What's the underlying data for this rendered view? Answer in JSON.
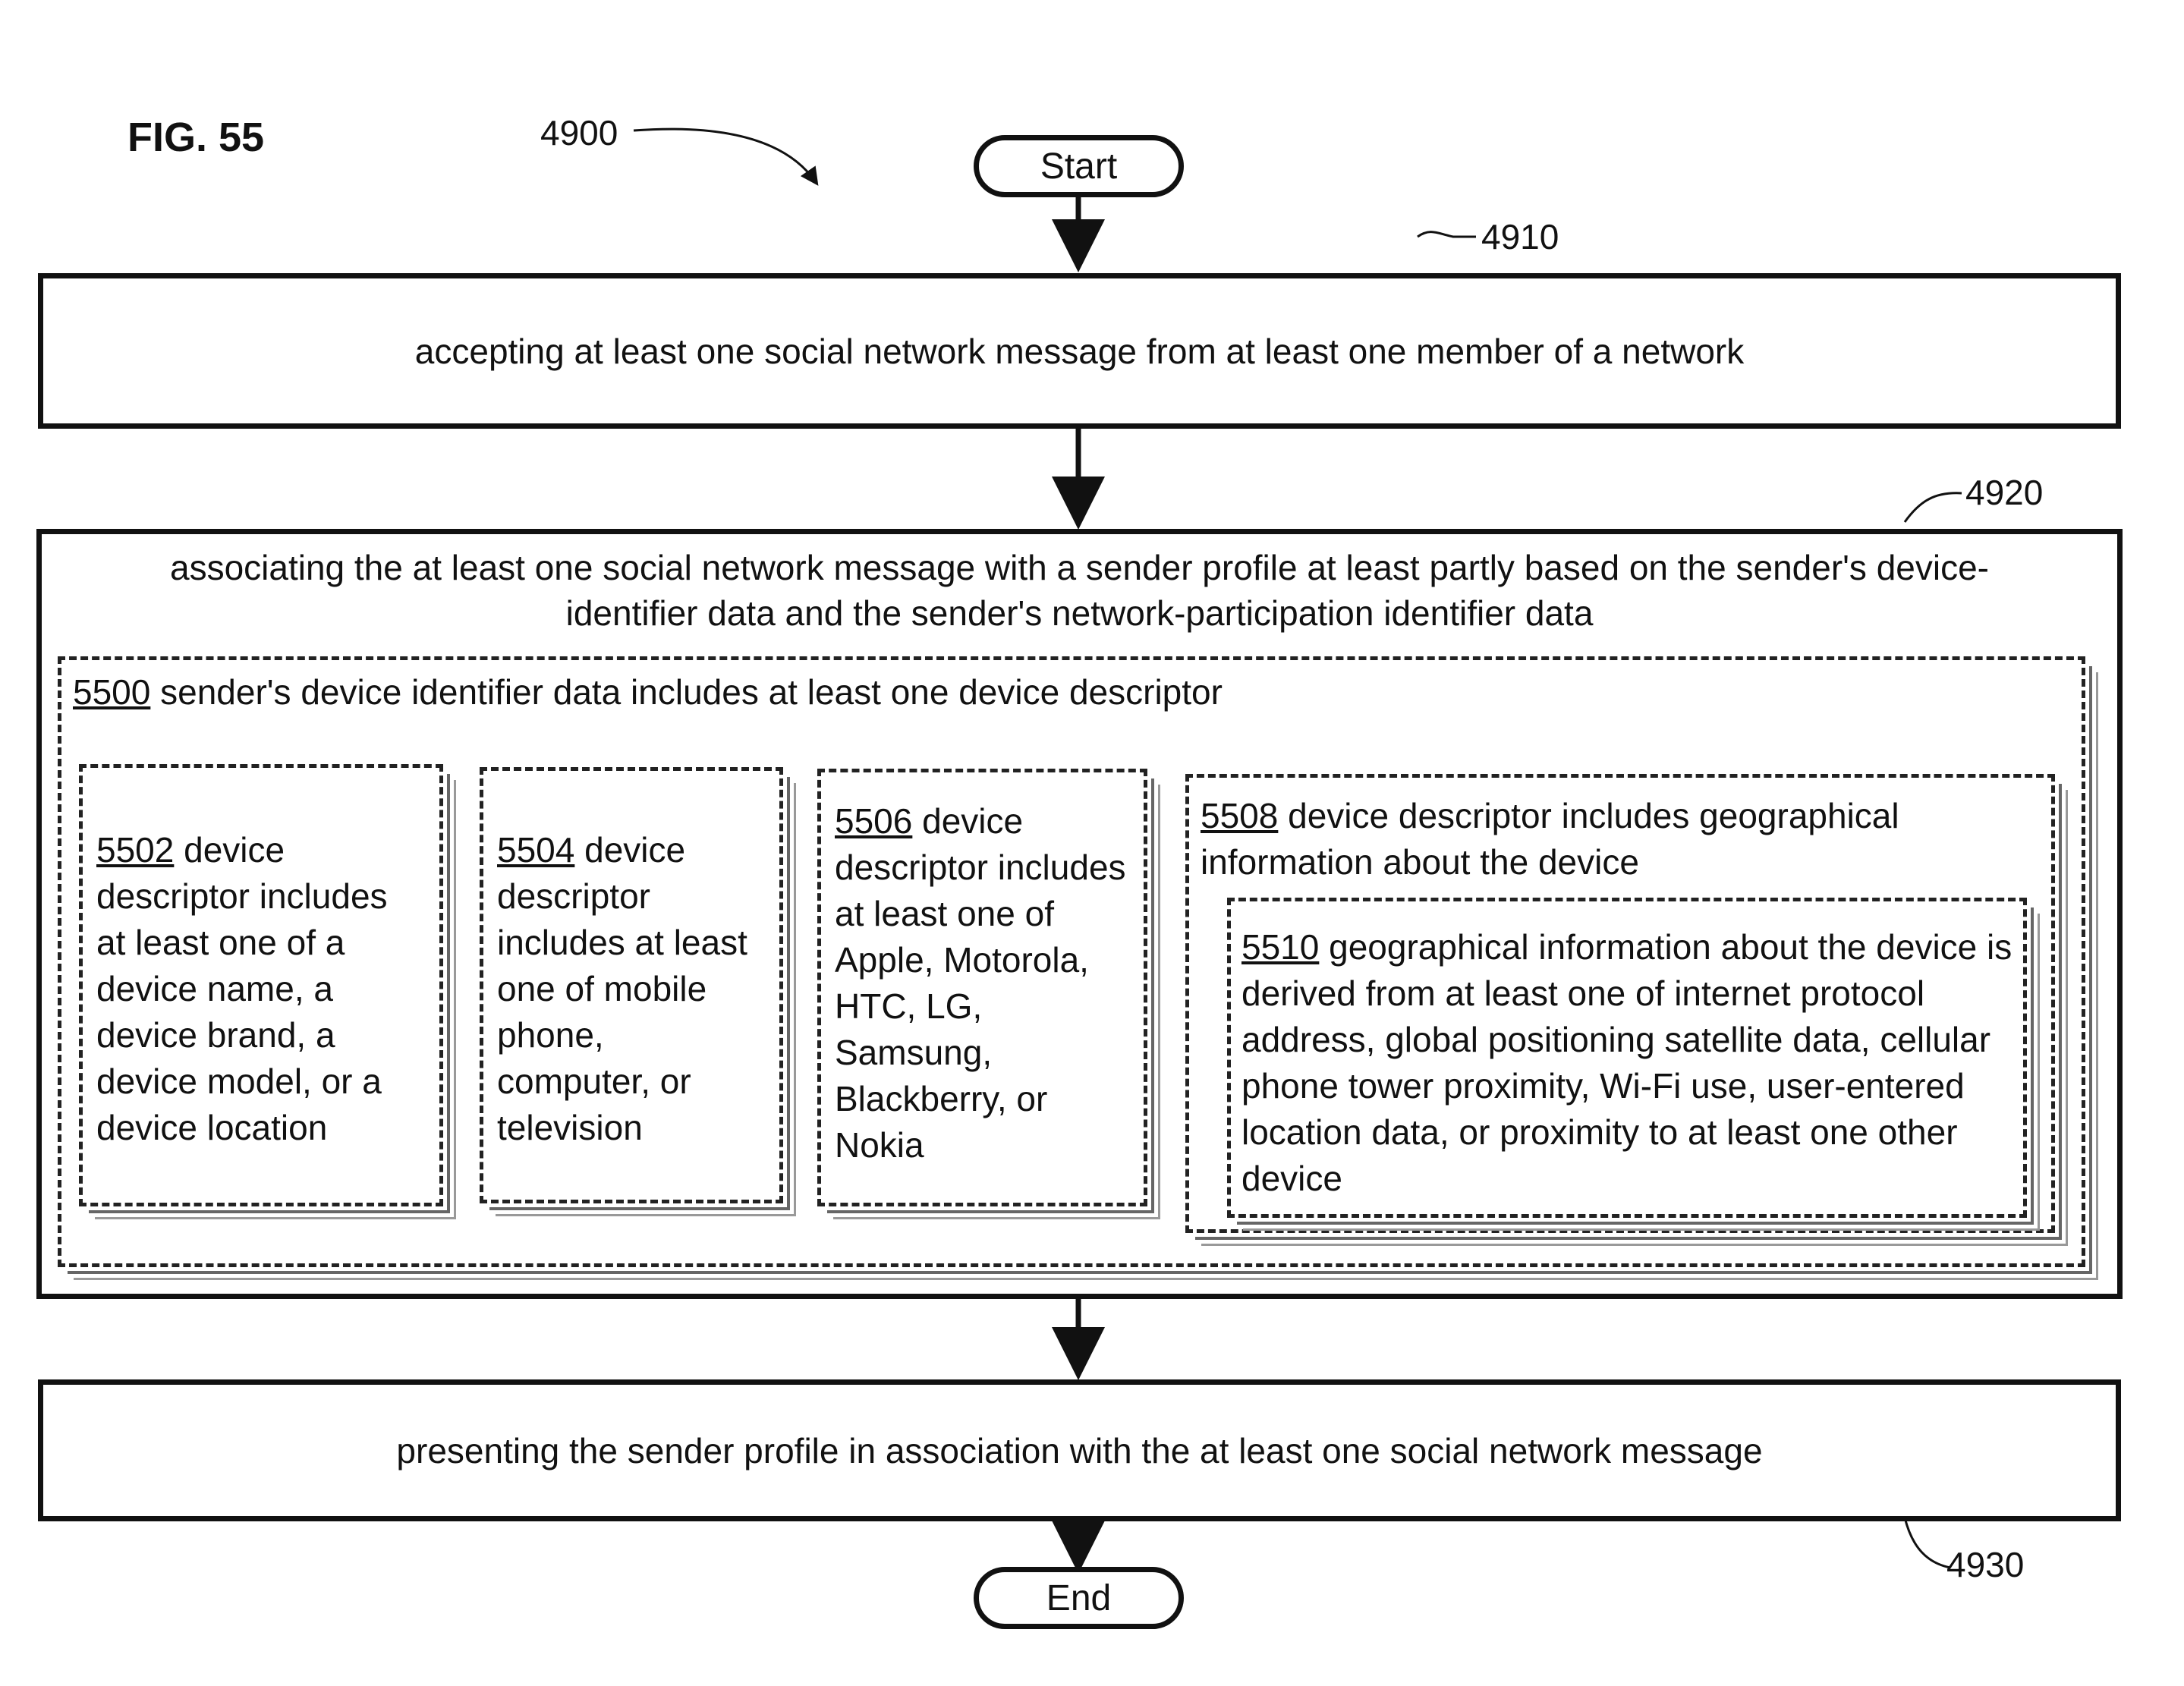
{
  "figure": {
    "label": "FIG. 55",
    "ref": "4900"
  },
  "start": {
    "label": "Start"
  },
  "end": {
    "label": "End"
  },
  "step_4910": {
    "ref": "4910",
    "text": "accepting at least one social network message from at least one member of a network"
  },
  "step_4920": {
    "ref": "4920",
    "text_line1": "associating the at least one social network message with a sender profile at least partly based on the sender's device-",
    "text_line2": "identifier data and the sender's network-participation identifier data",
    "box_5500": {
      "num": "5500",
      "text": " sender's device identifier data includes at least one device descriptor"
    },
    "box_5502": {
      "num": "5502",
      "text": " device descriptor includes at least one of a device name, a device brand, a device model, or a device location"
    },
    "box_5504": {
      "num": "5504",
      "text": " device descriptor includes at least one of mobile phone, computer, or television"
    },
    "box_5506": {
      "num": "5506",
      "text": " device descriptor includes at least one of Apple, Motorola, HTC, LG, Samsung, Blackberry, or Nokia"
    },
    "box_5508": {
      "num": "5508",
      "text": " device descriptor includes geographical information about the device"
    },
    "box_5510": {
      "num": "5510",
      "text": " geographical information about the device is derived from at least one of internet protocol address, global positioning satellite data, cellular phone tower proximity, Wi-Fi use, user-entered location data, or proximity to at least one other device"
    }
  },
  "step_4930": {
    "ref": "4930",
    "text": "presenting the sender profile in association with the at least one social network message"
  }
}
